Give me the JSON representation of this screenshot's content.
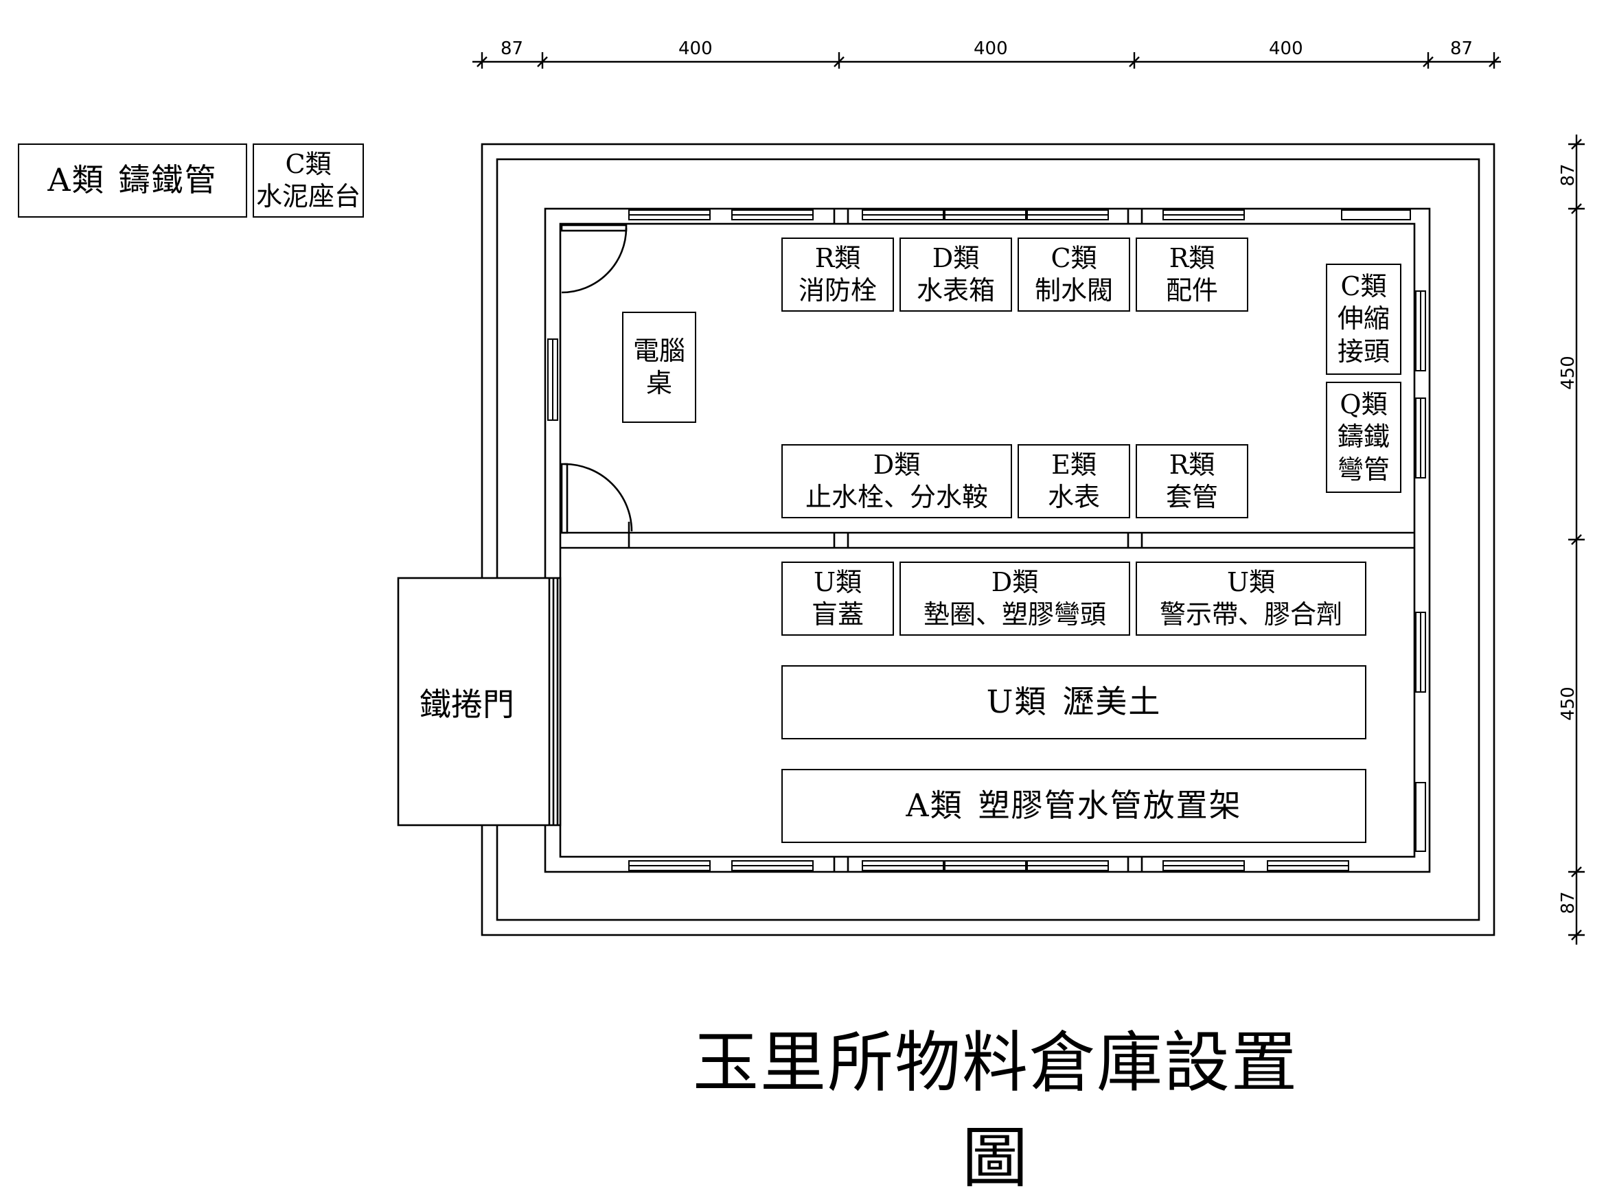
{
  "title": "玉里所物料倉庫設置圖",
  "legend": [
    {
      "code": "A類",
      "name": "鑄鐵管"
    },
    {
      "code": "C類",
      "name": "水泥座台"
    }
  ],
  "dims_top": [
    "87",
    "400",
    "400",
    "400",
    "87"
  ],
  "dims_right": [
    "87",
    "450",
    "450",
    "87"
  ],
  "upper_room": {
    "desk": "電腦桌",
    "shelves_top": [
      {
        "code": "R類",
        "name": "消防栓"
      },
      {
        "code": "D類",
        "name": "水表箱"
      },
      {
        "code": "C類",
        "name": "制水閥"
      },
      {
        "code": "R類",
        "name": "配件"
      }
    ],
    "shelves_mid": [
      {
        "code": "D類",
        "name": "止水栓、分水鞍"
      },
      {
        "code": "E類",
        "name": "水表"
      },
      {
        "code": "R類",
        "name": "套管"
      }
    ],
    "shelves_right": [
      {
        "code": "C類",
        "name": "伸縮接頭"
      },
      {
        "code": "Q類",
        "name": "鑄鐵彎管"
      }
    ]
  },
  "lower_room": {
    "door": "鐵捲門",
    "shelves_row": [
      {
        "code": "U類",
        "name": "盲蓋"
      },
      {
        "code": "D類",
        "name": "墊圈、塑膠彎頭"
      },
      {
        "code": "U類",
        "name": "警示帶、膠合劑"
      }
    ],
    "long1": {
      "code": "U類",
      "name": "瀝美土"
    },
    "long2": {
      "code": "A類",
      "name": "塑膠管水管放置架"
    }
  }
}
